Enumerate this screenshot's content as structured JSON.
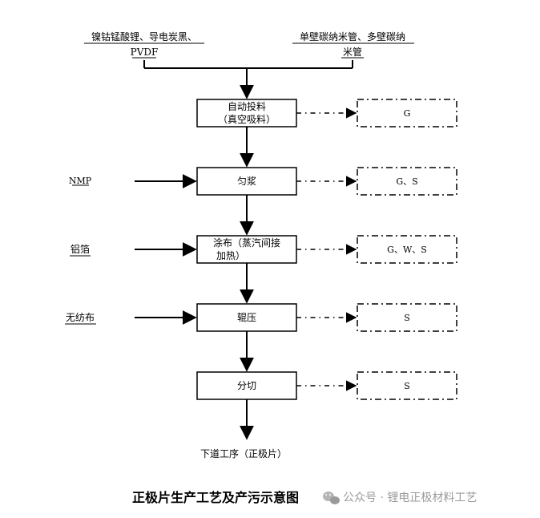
{
  "inputs": {
    "top_left_line1": "镍钴锰酸锂、导电炭黑、",
    "top_left_line2": "PVDF",
    "top_right_line1": "单壁碳纳米管、多壁碳纳",
    "top_right_line2": "米管",
    "nmp": "NMP",
    "foil": "铝箔",
    "nonwoven": "无纺布"
  },
  "steps": [
    {
      "line1": "自动投料",
      "line2": "（真空吸料）"
    },
    {
      "line1": "匀浆",
      "line2": ""
    },
    {
      "line1": "涂布（蒸汽间接",
      "line2": "加热）"
    },
    {
      "line1": "辊压",
      "line2": ""
    },
    {
      "line1": "分切",
      "line2": ""
    }
  ],
  "pollutants": [
    "G",
    "G、S",
    "G、W、S",
    "S",
    "S"
  ],
  "output": "下道工序（正极片）",
  "caption": "正极片生产工艺及产污示意图",
  "watermark": "公众号 · 锂电正极材料工艺"
}
